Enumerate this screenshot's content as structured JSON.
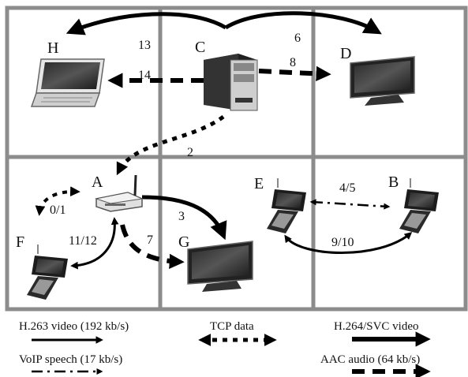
{
  "colors": {
    "grid": "#8c8c8c",
    "ink": "#000000",
    "background": "#ffffff"
  },
  "nodes": [
    {
      "id": "H",
      "label": "H",
      "device": "laptop-icon"
    },
    {
      "id": "C",
      "label": "C",
      "device": "server-tower-icon"
    },
    {
      "id": "D",
      "label": "D",
      "device": "monitor-icon"
    },
    {
      "id": "A",
      "label": "A",
      "device": "wireless-router-icon"
    },
    {
      "id": "E",
      "label": "E",
      "device": "pda-phone-icon"
    },
    {
      "id": "B",
      "label": "B",
      "device": "pda-phone-icon"
    },
    {
      "id": "F",
      "label": "F",
      "device": "pda-phone-icon"
    },
    {
      "id": "G",
      "label": "G",
      "device": "monitor-icon"
    }
  ],
  "flows": [
    {
      "id": "13",
      "label": "13",
      "from": "C",
      "to": "H",
      "type": "h264_svc"
    },
    {
      "id": "6",
      "label": "6",
      "from": "C",
      "to": "D",
      "type": "h264_svc"
    },
    {
      "id": "14",
      "label": "14",
      "from": "C",
      "to": "H",
      "type": "aac_audio"
    },
    {
      "id": "8",
      "label": "8",
      "from": "C",
      "to": "D",
      "type": "aac_audio"
    },
    {
      "id": "2",
      "label": "2",
      "from": "C",
      "to": "A",
      "type": "tcp"
    },
    {
      "id": "0/1",
      "label": "0/1",
      "from": "A",
      "to": "F",
      "type": "tcp"
    },
    {
      "id": "11/12",
      "label": "11/12",
      "from": "A",
      "to": "F",
      "type": "h263"
    },
    {
      "id": "3",
      "label": "3",
      "from": "A",
      "to": "G",
      "type": "h264_svc"
    },
    {
      "id": "7",
      "label": "7",
      "from": "A",
      "to": "G",
      "type": "aac_audio"
    },
    {
      "id": "4/5",
      "label": "4/5",
      "from": "E",
      "to": "B",
      "type": "voip"
    },
    {
      "id": "9/10",
      "label": "9/10",
      "from": "E",
      "to": "B",
      "type": "h263"
    }
  ],
  "legend": {
    "h263": "H.263 video (192 kb/s)",
    "tcp": "TCP data",
    "h264_svc": "H.264/SVC video",
    "voip": "VoIP speech (17 kb/s)",
    "aac_audio": "AAC audio (64 kb/s)"
  }
}
